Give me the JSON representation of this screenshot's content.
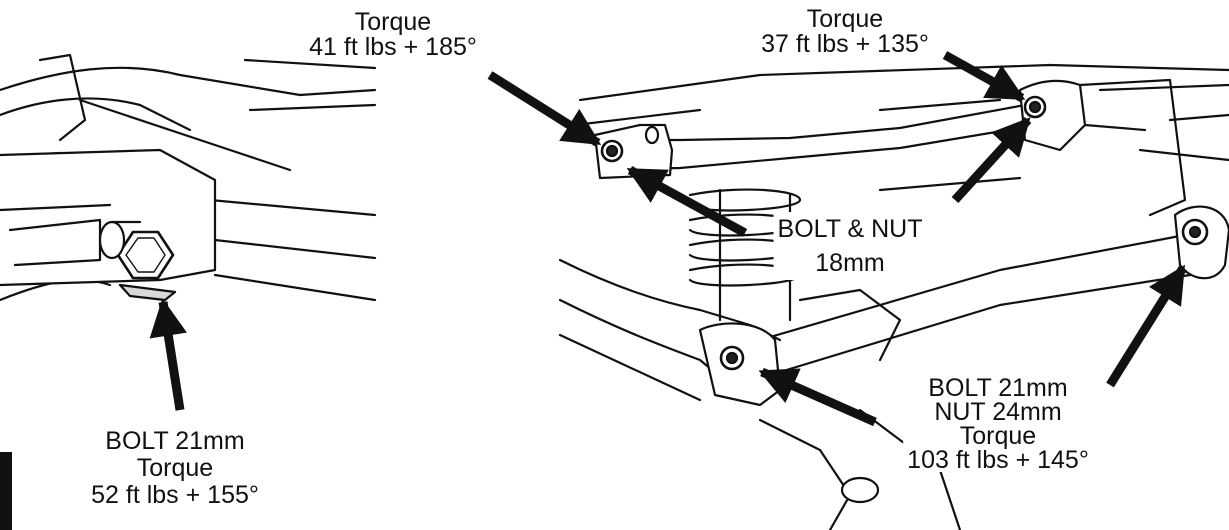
{
  "labels": {
    "top_left": {
      "line1": "Torque",
      "line2": "41 ft lbs + 185°"
    },
    "top_right": {
      "line1": "Torque",
      "line2": "37 ft lbs + 135°"
    },
    "middle": {
      "line1": "BOLT & NUT",
      "line2": "18mm"
    },
    "bottom_left": {
      "line1": "BOLT 21mm",
      "line2": "Torque",
      "line3": "52 ft lbs + 155°"
    },
    "bottom_right": {
      "line1": "BOLT 21mm",
      "line2": "NUT 24mm",
      "line3": "Torque",
      "line4": "103 ft lbs + 145°"
    }
  },
  "colors": {
    "ink": "#111111",
    "paper": "#ffffff",
    "shade": "#d9d9d9"
  }
}
